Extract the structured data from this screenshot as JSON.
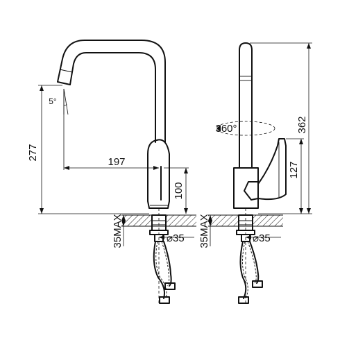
{
  "dimensions": {
    "spout_height": "277",
    "spout_reach": "197",
    "handle_height_front": "100",
    "spout_angle": "5°",
    "rotation": "360°",
    "total_height": "362",
    "handle_height_side": "127",
    "max_thickness_left": "35MAX",
    "max_thickness_right": "35MAX",
    "hole_diameter_left": "⌀35",
    "hole_diameter_right": "⌀35"
  }
}
